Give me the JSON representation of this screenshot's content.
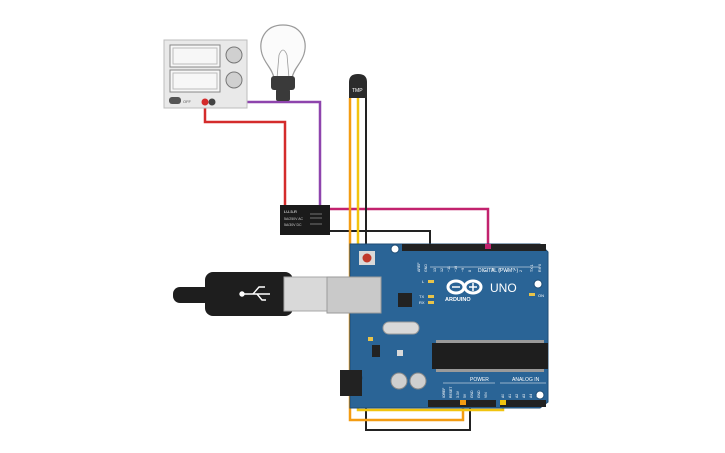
{
  "power_supply": {
    "off_label": "OFF"
  },
  "relay": {
    "part_label": "LU-5-R",
    "rating_lines": [
      "5A/250V AC",
      "5A/30V DC"
    ]
  },
  "sensor": {
    "label": "TMP"
  },
  "arduino": {
    "brand": "ARDUINO",
    "model": "UNO",
    "on_label": "ON",
    "led_labels": [
      "L",
      "TX",
      "RX"
    ],
    "header_top_labels": [
      "AREF",
      "GND",
      "13",
      "12",
      "~11",
      "~10",
      "~9",
      "8",
      "7",
      "~6",
      "~5",
      "4",
      "~3",
      "2",
      "TX 1",
      "RX 0"
    ],
    "digital_label": "DIGITAL (PWM ~)",
    "power_label": "POWER",
    "analog_label": "ANALOG IN",
    "power_pins": [
      "IOREF",
      "RESET",
      "3.3V",
      "5V",
      "GND",
      "GND",
      "VIN"
    ],
    "analog_pins": [
      "A0",
      "A1",
      "A2",
      "A3",
      "A4",
      "A5"
    ]
  },
  "colors": {
    "board": "#2a6496",
    "wire_red": "#d42b2b",
    "wire_purple": "#8e44ad",
    "wire_magenta": "#c2226e",
    "wire_black": "#222222",
    "wire_orange": "#f39c12",
    "wire_yellow": "#f1c40f"
  }
}
